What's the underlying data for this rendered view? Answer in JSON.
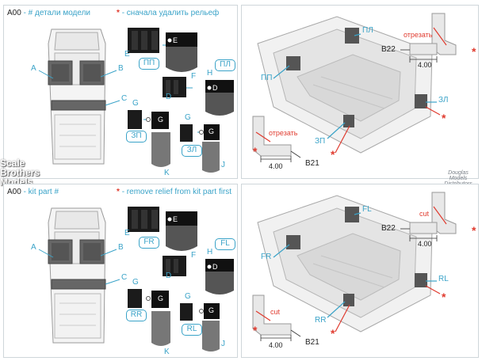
{
  "top_left": {
    "code": "A00",
    "subtitle": "- # детали модели",
    "note": "- сначала удалить рельеф",
    "labels": {
      "A": "A",
      "B": "B",
      "C": "C",
      "D": "D",
      "E": "E",
      "F": "F",
      "G1": "G",
      "G2": "G",
      "H": "H",
      "J": "J",
      "K": "K"
    },
    "parts": {
      "E": "E",
      "D": "D",
      "G1": "G",
      "G2": "G"
    },
    "boxes": {
      "fr": "ПП",
      "fl": "ПЛ",
      "rr": "ЗП",
      "rl": "ЗЛ"
    }
  },
  "top_right": {
    "labels": {
      "fr": "ПП",
      "fl": "ПЛ",
      "rr": "ЗП",
      "rl": "ЗЛ"
    },
    "b22": "B22",
    "b21": "B21",
    "cut1": "отрезать",
    "cut2": "отрезать",
    "dim1": "4.00",
    "dim2": "4.00"
  },
  "bottom_left": {
    "code": "A00",
    "subtitle": "- kit part #",
    "note": "- remove relief from kit part first",
    "labels": {
      "A": "A",
      "B": "B",
      "C": "C",
      "D": "D",
      "E": "E",
      "F": "F",
      "G1": "G",
      "G2": "G",
      "H": "H",
      "J": "J",
      "K": "K"
    },
    "parts": {
      "E": "E",
      "D": "D",
      "G1": "G",
      "G2": "G"
    },
    "boxes": {
      "fr": "FR",
      "fl": "FL",
      "rr": "RR",
      "rl": "RL"
    }
  },
  "bottom_right": {
    "labels": {
      "fr": "FR",
      "fl": "FL",
      "rr": "RR",
      "rl": "RL"
    },
    "b22": "B22",
    "b21": "B21",
    "cut1": "cut",
    "cut2": "cut",
    "dim1": "4.00",
    "dim2": "4.00"
  },
  "watermark": {
    "line1": "Scale",
    "line2": "Brothers",
    "line3": "Models",
    "right1": "Douglas",
    "right2": "Models",
    "right3": "Distributors"
  },
  "colors": {
    "accent": "#3aa3c8",
    "red": "#e03a2e",
    "panel_border": "#cfd6da"
  }
}
